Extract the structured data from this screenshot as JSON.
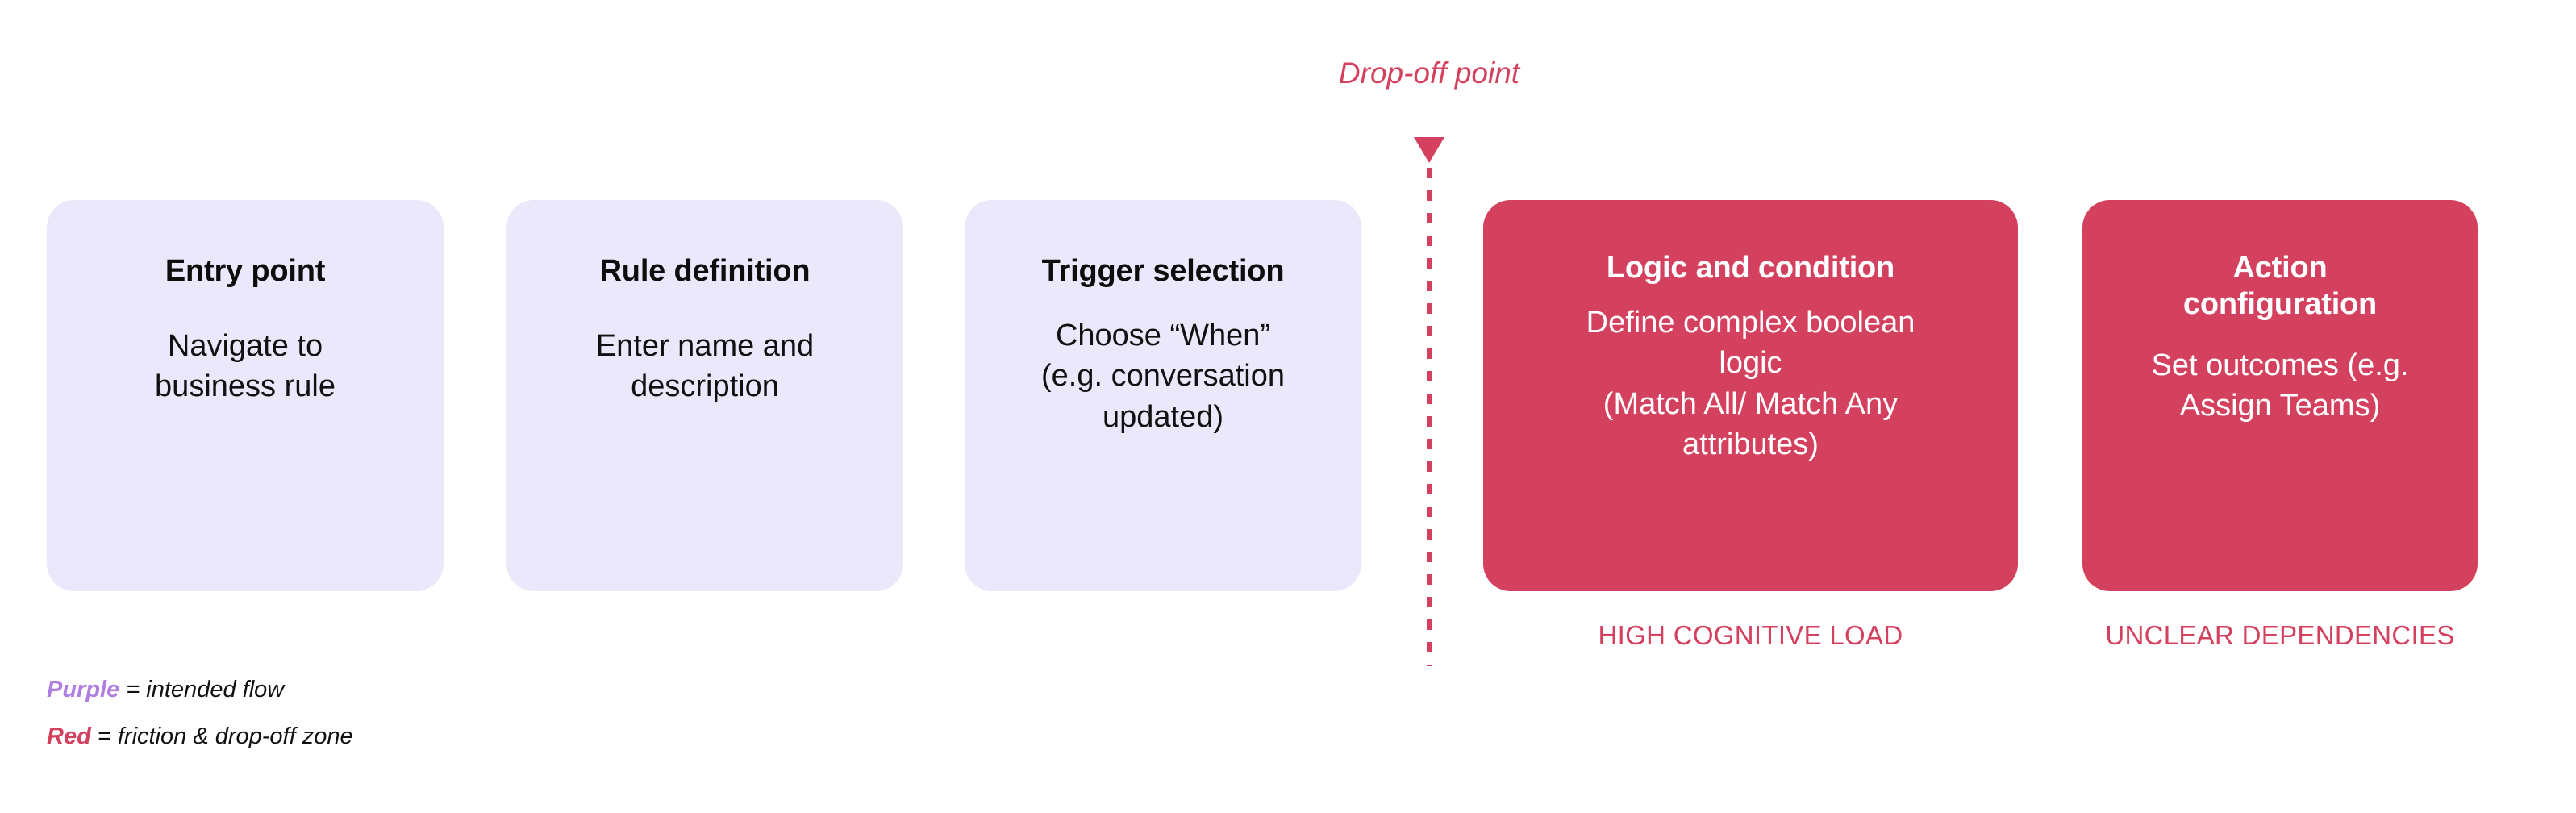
{
  "diagram": {
    "title_marker": "Drop-off point",
    "colors": {
      "purple_card_bg": "#ebe8fb",
      "red_card_bg": "#d4415e",
      "accent_red": "#d4415e",
      "accent_purple": "#b07de0",
      "text_dark": "#111111",
      "text_light": "#ffffff",
      "page_bg": "#ffffff"
    },
    "steps": [
      {
        "id": "entry-point",
        "title": "Entry point",
        "body": "Navigate to\nbusiness rule",
        "zone": "purple",
        "caption": ""
      },
      {
        "id": "rule-definition",
        "title": "Rule definition",
        "body": "Enter name and\ndescription",
        "zone": "purple",
        "caption": ""
      },
      {
        "id": "trigger-selection",
        "title": "Trigger selection",
        "body": "Choose “When”\n(e.g. conversation\nupdated)",
        "zone": "purple",
        "caption": ""
      },
      {
        "id": "logic-and-condition",
        "title": "Logic and condition",
        "body": "Define complex boolean\nlogic\n(Match All/ Match Any\nattributes)",
        "zone": "red",
        "caption": "HIGH COGNITIVE LOAD"
      },
      {
        "id": "action-configuration",
        "title": "Action\nconfiguration",
        "body": "Set outcomes (e.g.\nAssign Teams)",
        "zone": "red",
        "caption": "UNCLEAR DEPENDENCIES"
      }
    ],
    "legend": [
      {
        "key": "Purple",
        "value": "= intended flow",
        "color": "purple"
      },
      {
        "key": "Red",
        "value": "= friction & drop-off zone",
        "color": "red"
      }
    ]
  }
}
